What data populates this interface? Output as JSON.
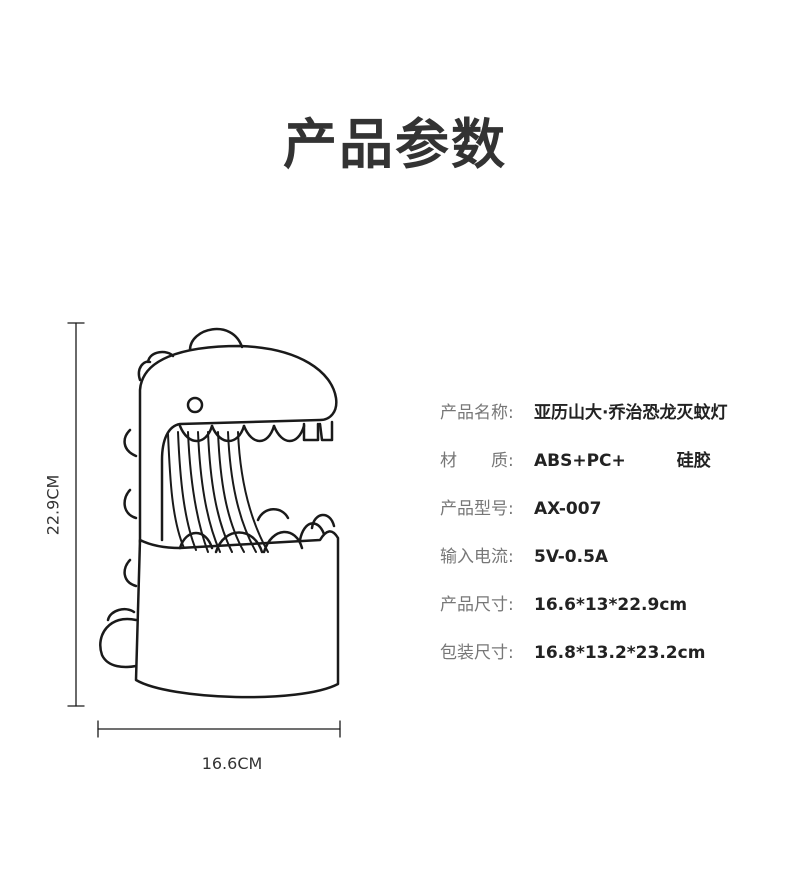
{
  "title": "产品参数",
  "dimensions": {
    "height_label": "22.9CM",
    "width_label": "16.6CM"
  },
  "specs": [
    {
      "label": "产品名称:",
      "value": "亚历山大·乔治恐龙灭蚊灯"
    },
    {
      "label": "材　　质:",
      "value": "ABS+PC+　　　硅胶"
    },
    {
      "label": "产品型号:",
      "value": "AX-007"
    },
    {
      "label": "输入电流:",
      "value": "5V-0.5A"
    },
    {
      "label": "产品尺寸:",
      "value": "16.6*13*22.9cm"
    },
    {
      "label": "包装尺寸:",
      "value": "16.8*13.2*23.2cm"
    }
  ]
}
